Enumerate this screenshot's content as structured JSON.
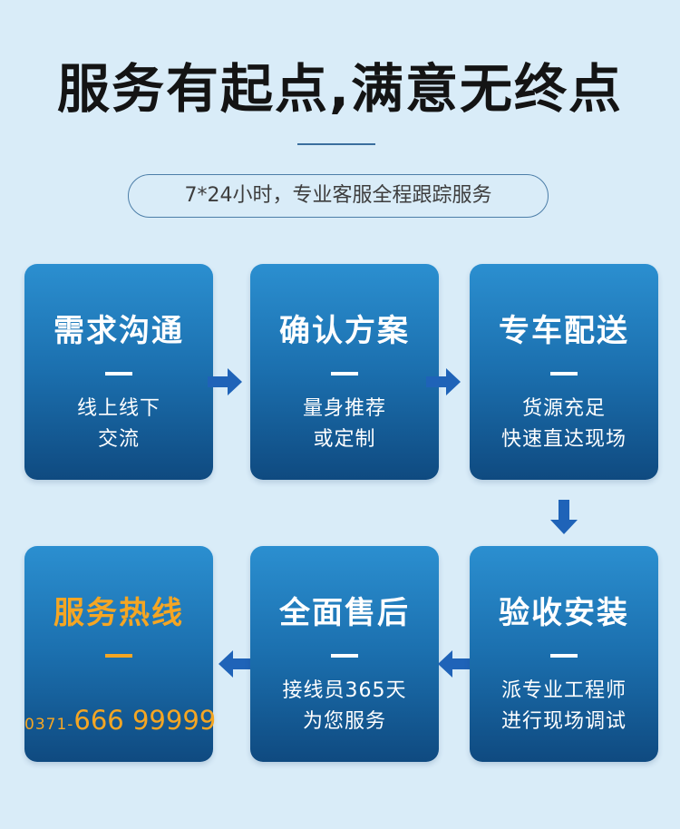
{
  "header": {
    "title": "服务有起点,满意无终点",
    "subtitle": "7*24小时，专业客服全程跟踪服务"
  },
  "steps": [
    {
      "title": "需求沟通",
      "line1": "线上线下",
      "line2": "交流"
    },
    {
      "title": "确认方案",
      "line1": "量身推荐",
      "line2": "或定制"
    },
    {
      "title": "专车配送",
      "line1": "货源充足",
      "line2": "快速直达现场"
    },
    {
      "title": "验收安装",
      "line1": "派专业工程师",
      "line2": "进行现场调试"
    },
    {
      "title": "全面售后",
      "line1": "接线员365天",
      "line2": "为您服务"
    }
  ],
  "hotline": {
    "title": "服务热线",
    "area_code": "0371-",
    "number": "666 99999"
  },
  "colors": {
    "background": "#d9ecf8",
    "card_top": "#2b8fd0",
    "card_bottom": "#0f4a80",
    "arrow": "#1f63b8",
    "accent": "#f5a623"
  },
  "icons": [
    "arrow-right-icon",
    "arrow-down-icon",
    "arrow-left-icon"
  ]
}
